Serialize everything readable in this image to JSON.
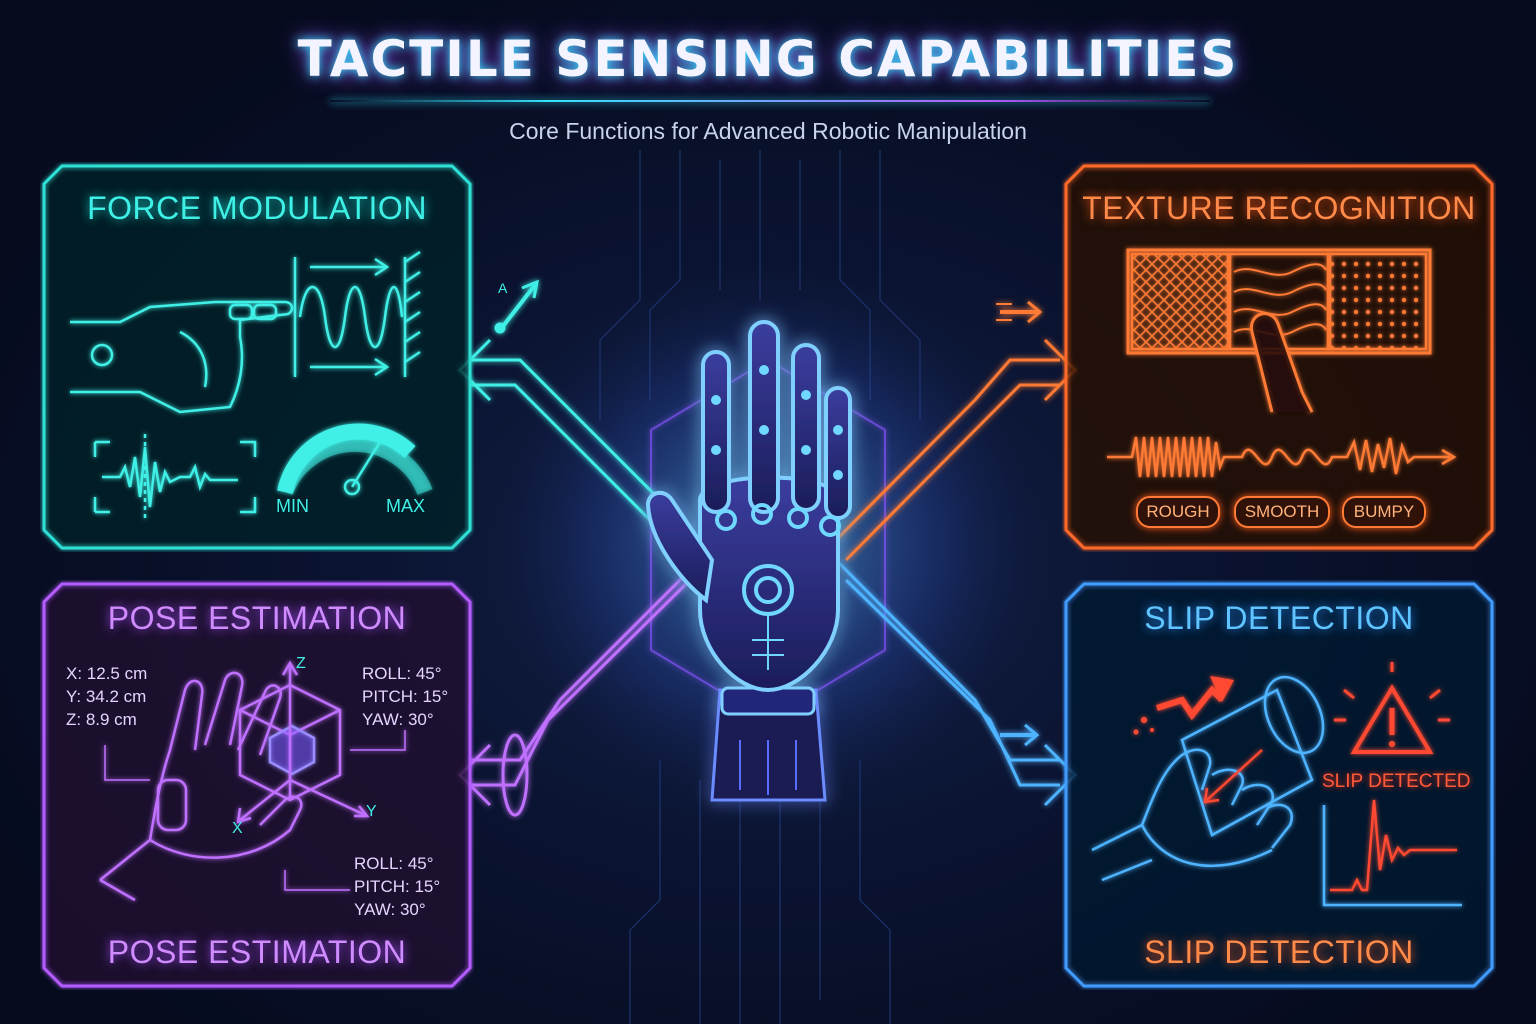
{
  "header": {
    "title": "TACTILE SENSING CAPABILITIES",
    "subtitle": "Core Functions for Advanced Robotic Manipulation"
  },
  "panels": {
    "force": {
      "title": "FORCE MODULATION",
      "gauge_min": "MIN",
      "gauge_max": "MAX",
      "color": "#3ff0e6"
    },
    "texture": {
      "title": "TEXTURE RECOGNITION",
      "labels": [
        "ROUGH",
        "SMOOTH",
        "BUMPY"
      ],
      "color": "#ff7a35"
    },
    "pose": {
      "title": "POSE ESTIMATION",
      "footer": "POSE ESTIMATION",
      "position": [
        "X: 12.5 cm",
        "Y: 34.2 cm",
        "Z: 8.9 cm"
      ],
      "orientation_top": [
        "ROLL: 45°",
        "PITCH: 15°",
        "YAW: 30°"
      ],
      "orientation_bottom": [
        "ROLL: 45°",
        "PITCH: 15°",
        "YAW: 30°"
      ],
      "axes": {
        "z": "Z",
        "y": "Y",
        "x": "X"
      },
      "color": "#c070ff"
    },
    "slip": {
      "title": "SLIP DETECTION",
      "footer": "SLIP DETECTION",
      "alert": "SLIP DETECTED",
      "color": "#4fb4ff",
      "alert_color": "#ff4a30"
    }
  },
  "arrow_axis_label": "A"
}
